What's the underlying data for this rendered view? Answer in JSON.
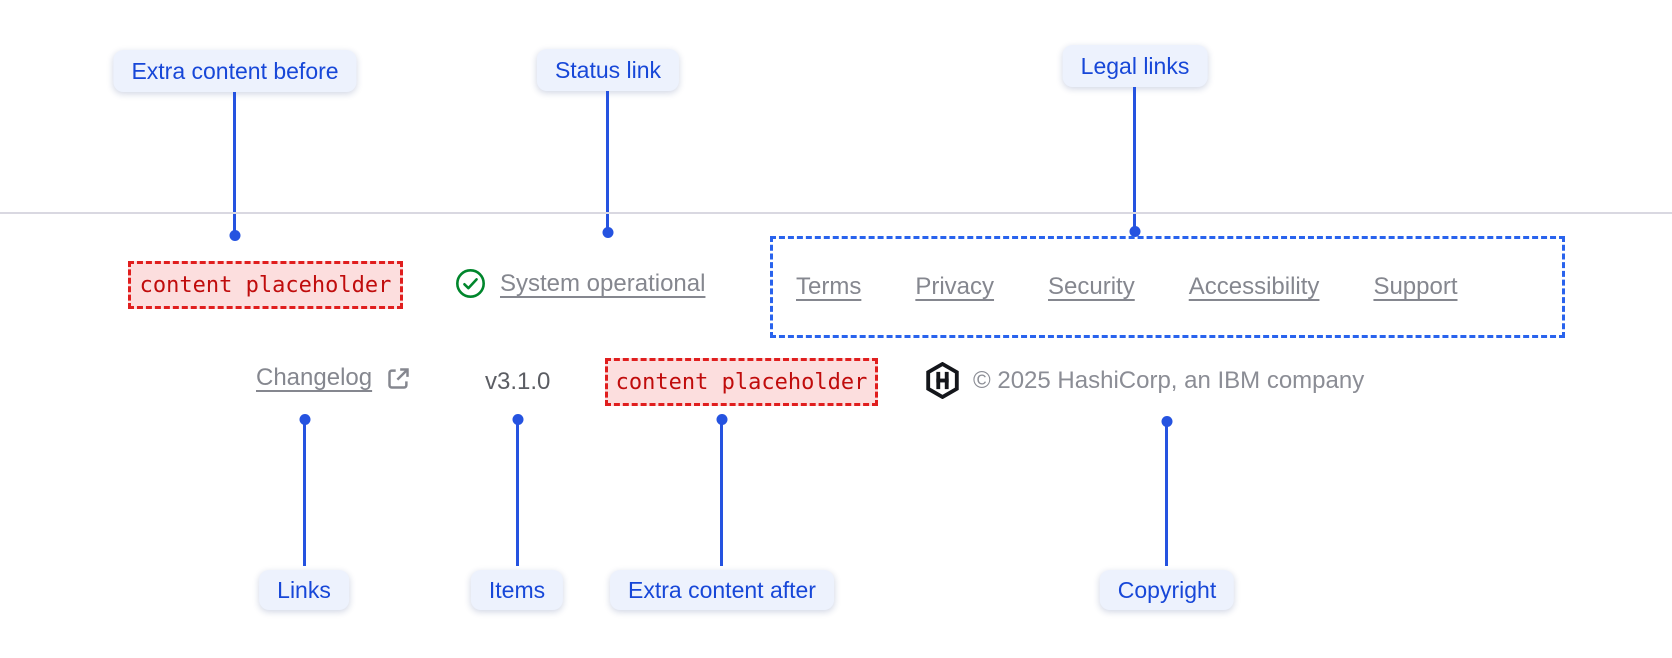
{
  "annotations": {
    "extra_content_before": "Extra content before",
    "status_link": "Status link",
    "legal_links": "Legal links",
    "links": "Links",
    "items": "Items",
    "extra_content_after": "Extra content after",
    "copyright": "Copyright"
  },
  "footer": {
    "extra_content_before_placeholder": "content placeholder",
    "status": {
      "label": "System operational",
      "icon": "check-circle-icon"
    },
    "legal_links": [
      "Terms",
      "Privacy",
      "Security",
      "Accessibility",
      "Support"
    ],
    "changelog_link": "Changelog",
    "version": "v3.1.0",
    "extra_content_after_placeholder": "content placeholder",
    "copyright_text": "© 2025 HashiCorp, an IBM company",
    "logo": "hashicorp-logo-icon"
  },
  "colors": {
    "annotation_blue": "#1747d8",
    "annotation_pill_bg": "#edf2fd",
    "connector_blue": "#2553e0",
    "placeholder_text_red": "#c00c0c",
    "placeholder_bg": "#fcdede",
    "placeholder_border_red": "#e01e1e",
    "legal_border_blue": "#2963ed",
    "status_green": "#00862c",
    "link_gray": "#85878f",
    "version_gray": "#5b5d63",
    "divider_gray": "#d9d8e1",
    "logo_black": "#14161b"
  }
}
